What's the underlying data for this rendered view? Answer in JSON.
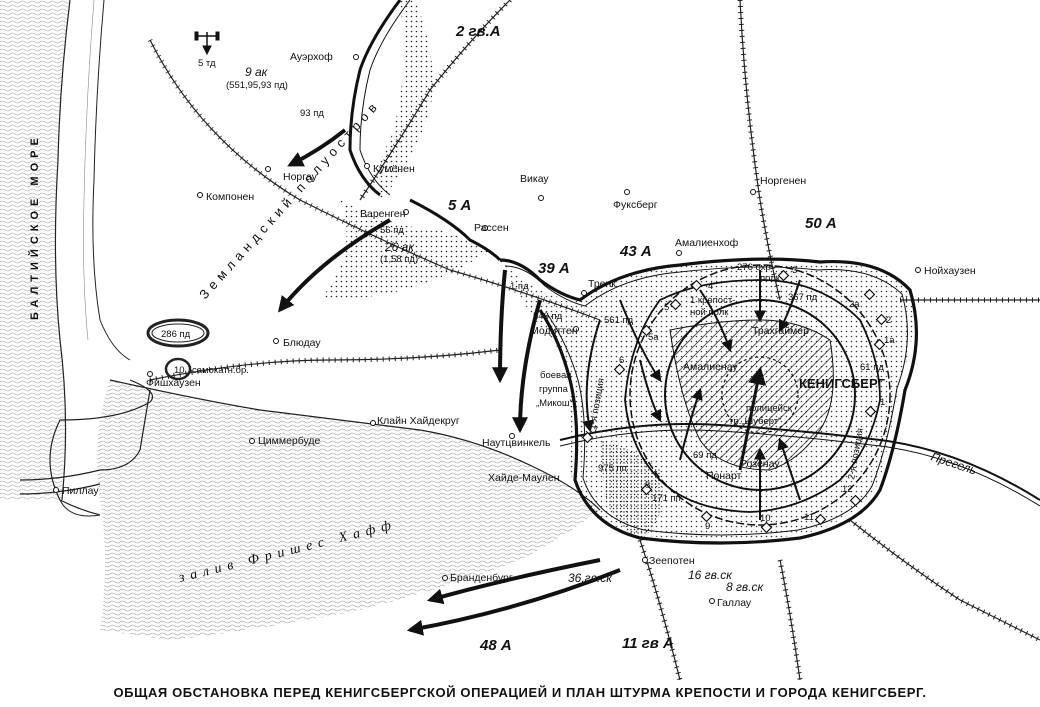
{
  "caption": "ОБЩАЯ ОБСТАНОВКА ПЕРЕД КЕНИГСБЕРГСКОЙ ОПЕРАЦИЕЙ И ПЛАН ШТУРМА КРЕПОСТИ И ГОРОДА КЕНИГСБЕРГ.",
  "water": {
    "sea": "БАЛТИЙСКОЕ МОРЕ",
    "lagoon": "залив Фришес Хафф",
    "river": "Прегель"
  },
  "peninsula": "Земландский полуостров",
  "compass": {
    "label": "5 тд"
  },
  "settlements": {
    "auerhof": "Ауэрхоф",
    "norgau": "Норгау",
    "kumenen": "Кумёнен",
    "komponen": "Компонен",
    "vikau": "Викау",
    "fuksberg": "Фуксберг",
    "norgenen": "Норгенен",
    "varengen": "Варенген",
    "rassen": "Рассен",
    "amalienhof": "Амалиенхоф",
    "noihauzen": "Нойхаузен",
    "trenk": "Тренк",
    "modittenen": "Модиттен",
    "blyudau": "Блюдау",
    "fishhauzen": "Фишхаузен",
    "klain_haidekrug": "Клайн Хайдекруг",
    "cimmerbude": "Циммербуде",
    "nautcvinkel": "Наутцвинкель",
    "haide_maulen": "Хайде-Маулен",
    "pillau": "Пиллау",
    "grahaimer": "Трахгаймер",
    "amalienau": "Амалиенау",
    "rozenau": "Розенау",
    "ponart": "Понарт",
    "zeepoten": "Зеепотен",
    "brandenburg": "Бранденбург",
    "gallau": "Галлау",
    "koenigsberg": "КЕНИГСБЕРГ"
  },
  "armies": {
    "a2gv": "2 гв.А",
    "a5": "5 А",
    "a43": "43 А",
    "a39": "39 А",
    "a50": "50 А",
    "a48": "48 А",
    "a11gv": "11 гв А"
  },
  "corps": {
    "sk36": "36.гв.ск",
    "sk16": "16 гв.ск",
    "sk8": "8 гв.ск"
  },
  "german_units": {
    "ak9": "9 ак",
    "ak9_divs": "(551,95,93 пд)",
    "pd93": "93 пд",
    "pd56": "56 пд",
    "ak26": "26 ак",
    "ak26_divs": "(1,58 пд)",
    "pd1": "1 пд",
    "pd548": "548 пд",
    "pd561": "561 пд",
    "pd286": "286 пд",
    "br10_num": "10",
    "br10_label": "самокатн.бр.",
    "mikosh_1": "боевая",
    "mikosh_2": "группа",
    "mikosh_3": "„Микош\"",
    "pp975": "975 пп",
    "pp171": "171 пп",
    "pd69": "69 пд",
    "police_1": "полицейск",
    "police_2": "гр.„Шуберт\"",
    "fort_1": "1 крепост-",
    "fort_2": "ной полк",
    "ohr_1": "276 охр",
    "ohr_2": "полк",
    "pd367": "367 пд",
    "pd61": "61 пд"
  },
  "positions": {
    "first": "1-я позиция",
    "second": "2-я позиция"
  },
  "fort_numbers": [
    "1",
    "1а",
    "2",
    "2а",
    "3",
    "4",
    "5",
    "5а",
    "6",
    "7",
    "8",
    "9",
    "10",
    "11",
    "12"
  ]
}
